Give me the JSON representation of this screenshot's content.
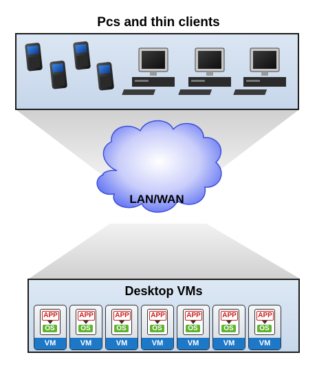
{
  "clients": {
    "title": "Pcs and thin clients",
    "devices": [
      {
        "type": "phone",
        "icon": "smartphone-icon"
      },
      {
        "type": "phone",
        "icon": "smartphone-icon"
      },
      {
        "type": "phone",
        "icon": "smartphone-icon"
      },
      {
        "type": "phone",
        "icon": "smartphone-icon"
      },
      {
        "type": "desktop",
        "icon": "desktop-pc-icon"
      },
      {
        "type": "desktop",
        "icon": "desktop-pc-icon"
      },
      {
        "type": "desktop",
        "icon": "desktop-pc-icon"
      }
    ]
  },
  "network": {
    "label": "LAN/WAN",
    "icon": "cloud-icon",
    "color": "#5b6ef2"
  },
  "vms": {
    "title": "Desktop VMs",
    "items": [
      {
        "app": "APP",
        "os": "OS",
        "label": "VM"
      },
      {
        "app": "APP",
        "os": "OS",
        "label": "VM"
      },
      {
        "app": "APP",
        "os": "OS",
        "label": "VM"
      },
      {
        "app": "APP",
        "os": "OS",
        "label": "VM"
      },
      {
        "app": "APP",
        "os": "OS",
        "label": "VM"
      },
      {
        "app": "APP",
        "os": "OS",
        "label": "VM"
      },
      {
        "app": "APP",
        "os": "OS",
        "label": "VM"
      }
    ]
  },
  "colors": {
    "panel_fill": "#c6d6ea",
    "funnel_fill": "#e2e2e2",
    "app_red": "#c81e1e",
    "os_green": "#5fb32e",
    "vm_blue": "#1e78c8"
  }
}
